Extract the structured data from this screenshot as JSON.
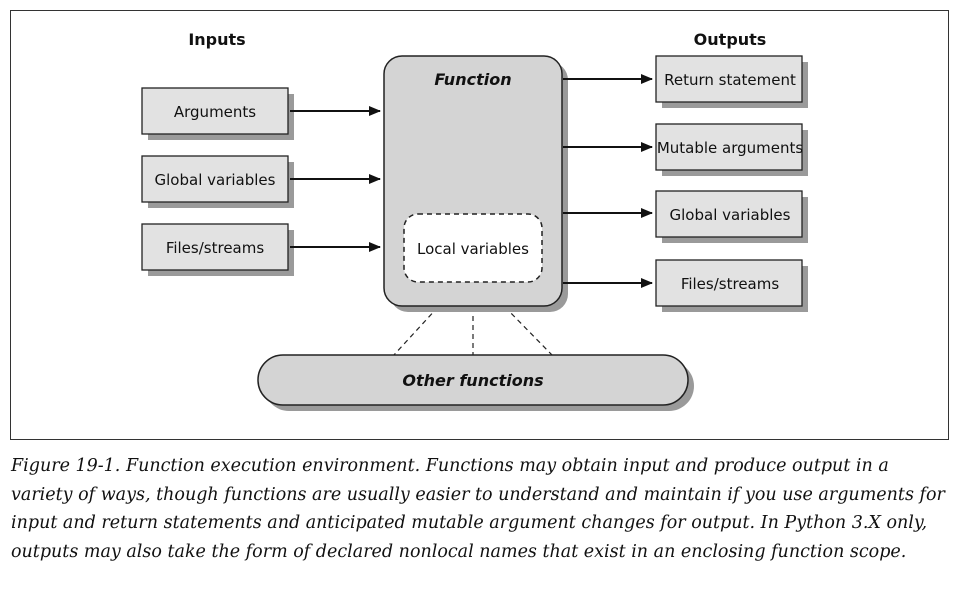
{
  "diagram": {
    "inputs_heading": "Inputs",
    "outputs_heading": "Outputs",
    "function_title": "Function",
    "local_variables": "Local variables",
    "other_functions": "Other functions",
    "inputs": [
      "Arguments",
      "Global variables",
      "Files/streams"
    ],
    "outputs": [
      "Return statement",
      "Mutable arguments",
      "Global variables",
      "Files/streams"
    ],
    "colors": {
      "box_fill": "#e2e2e2",
      "function_fill": "#d4d4d4",
      "shadow": "#9a9a9a",
      "stroke": "#222222"
    }
  },
  "caption": {
    "text": "Figure 19-1. Function execution environment. Functions may obtain input and produce output in a variety of ways, though functions are usually easier to understand and maintain if you use arguments for input and return statements and anticipated mutable argument changes for output. In Python 3.X only, outputs may also take the form of declared nonlocal names that exist in an enclosing function scope."
  }
}
